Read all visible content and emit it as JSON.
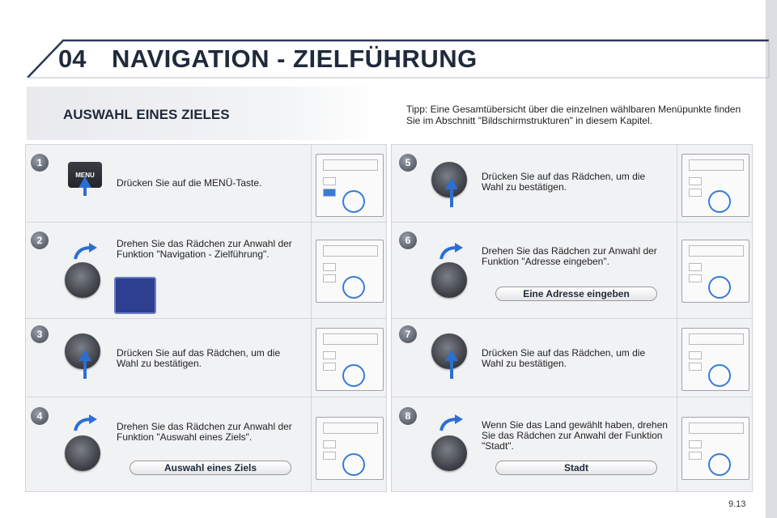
{
  "header": {
    "chapter_number": "04",
    "chapter_title": "NAVIGATION - ZIELFÜHRUNG"
  },
  "section": {
    "title": "AUSWAHL EINES ZIELES",
    "tip": "Tipp: Eine Gesamtübersicht über die einzelnen wählbaren Menüpunkte finden Sie im Abschnitt \"Bildschirmstrukturen\" in diesem Kapitel."
  },
  "steps": [
    {
      "number": "1",
      "text": "Drücken Sie auf die MENÜ-Taste.",
      "key_label": "MENU"
    },
    {
      "number": "2",
      "text": "Drehen Sie das Rädchen zur Anwahl der Funktion \"Navigation - Zielführung\"."
    },
    {
      "number": "3",
      "text": "Drücken Sie auf das Rädchen, um die Wahl zu bestätigen."
    },
    {
      "number": "4",
      "text": "Drehen Sie das Rädchen zur Anwahl der Funktion \"Auswahl eines Ziels\".",
      "pill": "Auswahl eines Ziels"
    },
    {
      "number": "5",
      "text": "Drücken Sie auf das Rädchen, um die Wahl zu bestätigen."
    },
    {
      "number": "6",
      "text": "Drehen Sie das Rädchen zur Anwahl der Funktion \"Adresse eingeben\".",
      "pill": "Eine Adresse eingeben"
    },
    {
      "number": "7",
      "text": "Drücken Sie auf das Rädchen, um die Wahl zu bestätigen."
    },
    {
      "number": "8",
      "text": "Wenn Sie das Land gewählt haben, drehen Sie das Rädchen zur Anwahl der Funktion \"Stadt\".",
      "pill": "Stadt"
    }
  ],
  "footer": {
    "page_number": "9.13"
  },
  "colors": {
    "title": "#1f2a3c",
    "accent_arrow": "#2c6fd2",
    "panel_bg": "#f1f2f4"
  }
}
